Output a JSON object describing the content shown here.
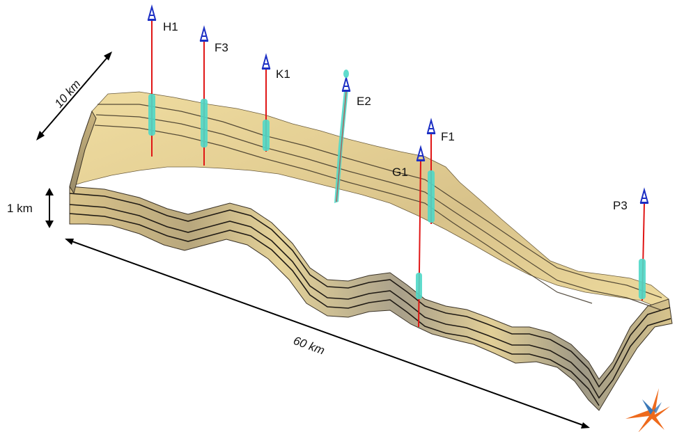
{
  "scale": {
    "width_label": "10 km",
    "thickness_label": "1 km",
    "length_label": "60 km"
  },
  "wells": [
    {
      "name": "H1"
    },
    {
      "name": "F3"
    },
    {
      "name": "K1"
    },
    {
      "name": "E2"
    },
    {
      "name": "F1"
    },
    {
      "name": "G1"
    },
    {
      "name": "P3"
    }
  ],
  "colors": {
    "layer_light": "#f0dfa6",
    "layer_mid": "#c9b27a",
    "layer_shadow": "#8f8874",
    "horizon_line": "#2a241c",
    "well_trace": "#e01515",
    "log_interval": "#4fd8c8",
    "derrick": "#1c2fc4",
    "arrow": "#000000",
    "compass_orange": "#ee6a1c",
    "compass_blue": "#3a78b8"
  }
}
